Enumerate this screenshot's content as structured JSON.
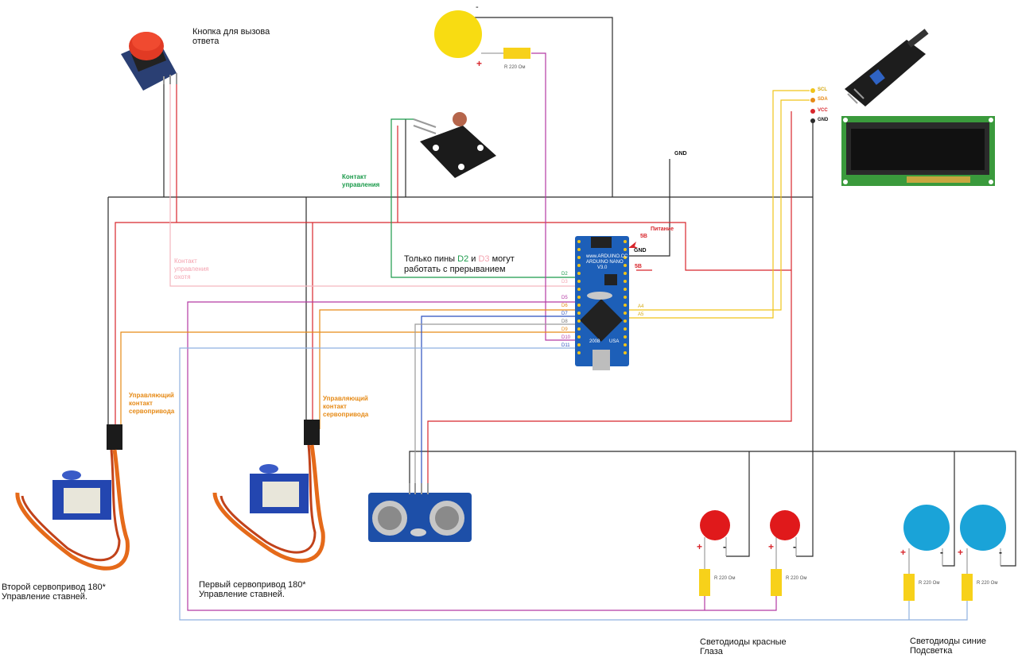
{
  "labels": {
    "button_title": [
      "Кнопка для вызова",
      "ответа"
    ],
    "photo_contact": [
      "Контакт",
      "управления"
    ],
    "hunt_contact": [
      "Контакт",
      "управления",
      "охотя"
    ],
    "interrupt_note_pre": "Только пины ",
    "interrupt_d2": "D2",
    "interrupt_and": " и ",
    "interrupt_d3": "D3",
    "interrupt_note_post": " могут",
    "interrupt_note_line2": "работать с прерыванием",
    "gnd_top": "GND",
    "power_label": [
      "Питание",
      "5В"
    ],
    "nano_gnd": "GND",
    "nano_5v": "5В",
    "servo_contact_left": [
      "Управляющий",
      "контакт",
      "сервопривода"
    ],
    "servo_contact_right": [
      "Управляющий",
      "контакт",
      "сервопривода"
    ],
    "servo2_caption": [
      "Второй сервопривод 180*",
      "Управление ставней."
    ],
    "servo1_caption": [
      "Первый сервопривод 180*",
      "Управление ставней."
    ],
    "led_red_caption": [
      "Светодиоды красные",
      "Глаза"
    ],
    "led_blue_caption": [
      "Светодиоды синие",
      "Подсветка"
    ],
    "lcd_pins": [
      "SCL",
      "SDA",
      "VCC",
      "GND"
    ],
    "nano_pins_left": [
      "D2",
      "D3",
      "D5",
      "D6",
      "D7",
      "D8",
      "D9",
      "D10",
      "D11"
    ],
    "nano_pins_right": [
      "A4",
      "A5"
    ],
    "resistor_label": "R 220 Ом",
    "plus": "+",
    "minus": "-",
    "board_text": [
      "www.ARDUINO.CC",
      "ARDUINO NANO",
      "V3.0",
      "2008",
      "USA"
    ]
  },
  "colors": {
    "wire_black": "#2b2b2b",
    "wire_red": "#d8262c",
    "wire_pink": "#f4b6bf",
    "wire_green": "#1a9a4a",
    "wire_magenta": "#b43aa4",
    "wire_orange": "#e68a16",
    "wire_blue": "#2b4fbf",
    "wire_lightblue": "#8fb0e0",
    "wire_yellow": "#f0c419",
    "wire_grey": "#9a9a9a",
    "nano_blue": "#1d5fb8",
    "led_red": "#e0191b",
    "led_blue": "#1aa3d8",
    "buzzer_yellow": "#f8dc12",
    "resistor_yellow": "#f7d11a"
  }
}
